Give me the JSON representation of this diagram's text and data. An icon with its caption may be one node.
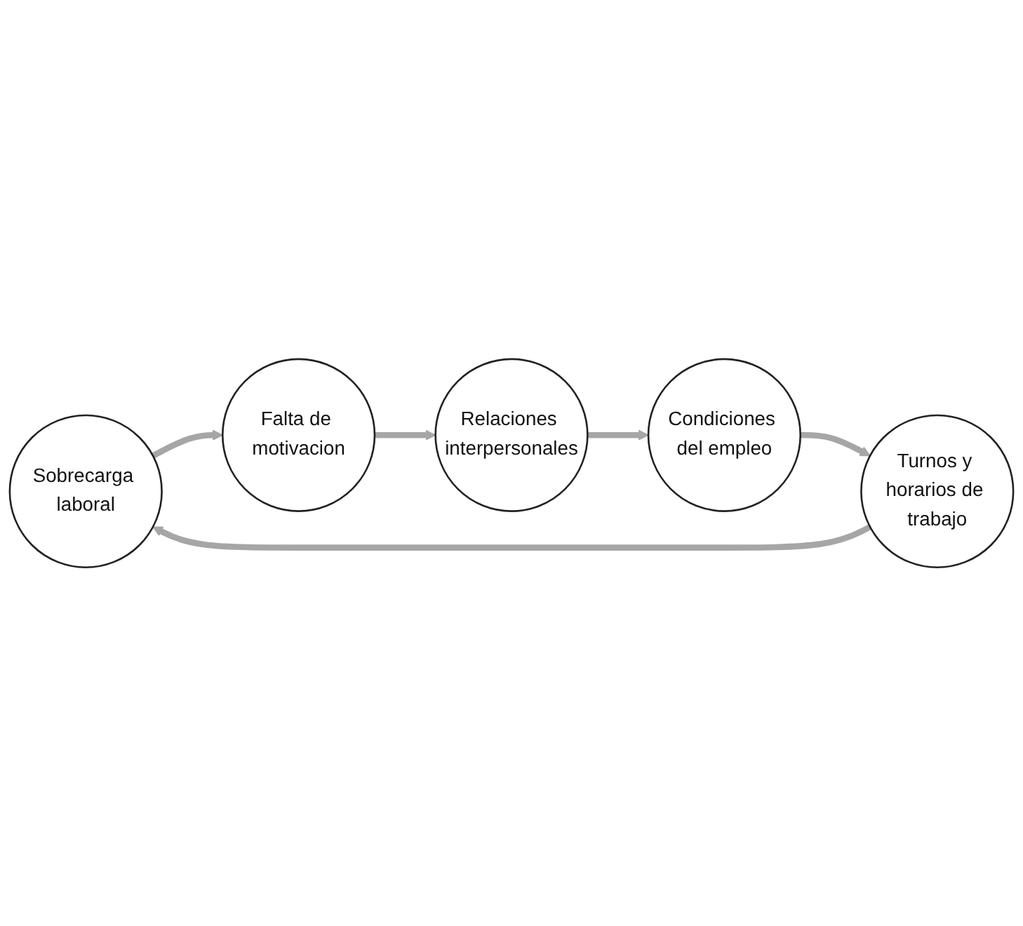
{
  "diagram": {
    "nodes": [
      {
        "text": [
          "Sobrecarga laboral"
        ]
      },
      {
        "text": [
          "Falta de motivacion"
        ]
      },
      {
        "text": [
          "Relaciones interpersonales"
        ]
      },
      {
        "text": [
          "Condiciones del empleo"
        ]
      },
      {
        "text": [
          "Turnos y horarios de trabajo"
        ]
      }
    ],
    "edges": [
      {
        "from": 0,
        "to": 1,
        "arrow": "to"
      },
      {
        "from": 1,
        "to": 2,
        "arrow": "to"
      },
      {
        "from": 2,
        "to": 3,
        "arrow": "to"
      },
      {
        "from": 3,
        "to": 4,
        "arrow": "to"
      },
      {
        "from": 4,
        "to": 0,
        "arrow": "to"
      }
    ]
  }
}
